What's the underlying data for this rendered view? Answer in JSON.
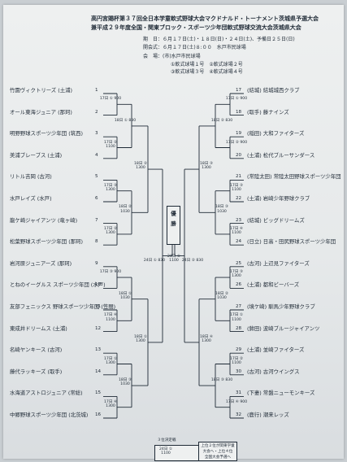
{
  "header": {
    "title_lines": [
      "高円宮賜杯第３７回全日本学童軟式野球大会マクドナルド・トーナメント茨城県予選大会",
      "兼平成２９年度全国・関東ブロック・スポーツ少年団軟式野球交流大会茨城県大会"
    ],
    "date_label": "期　日：６月１７日(土)・１８日(日)・２４日(土)、予備日２５日(日)",
    "meeting_label": "開会式：６月１７日(土)８:００　水戸市民球場",
    "venue_label": "会　場：(市)水戸市民球場",
    "venue_sub1": "①軟式球場１号　②軟式球場２号",
    "venue_sub2": "③軟式球場３号　④軟式球場４号"
  },
  "left_teams": [
    {
      "num": "1",
      "name": "竹園ヴィクトリーズ (土浦)"
    },
    {
      "num": "2",
      "name": "オール東海ジュニア (那珂)"
    },
    {
      "num": "3",
      "name": "明野野球スポーツ少年団 (筑西)"
    },
    {
      "num": "4",
      "name": "美浦ブレーブス (土浦)"
    },
    {
      "num": "5",
      "name": "リトル吉岡 (古河)"
    },
    {
      "num": "6",
      "name": "水戸レイズ (水戸)"
    },
    {
      "num": "7",
      "name": "龍ケ崎ジャイアンツ (竜ヶ崎)"
    },
    {
      "num": "8",
      "name": "松葉野球スポーツ少年団 (那珂)"
    },
    {
      "num": "9",
      "name": "岩河原ジュニアーズ (那珂)"
    },
    {
      "num": "10",
      "name": "とねのイーグルス スポーツ少年団 (水戸)"
    },
    {
      "num": "11",
      "name": "友部フェニックス 野球スポーツ少年団 (笠間)"
    },
    {
      "num": "12",
      "name": "東成井ドリームス (土浦)"
    },
    {
      "num": "13",
      "name": "名崎ヤンキース (古河)"
    },
    {
      "num": "14",
      "name": "藤代ラッキーズ (取手)"
    },
    {
      "num": "15",
      "name": "水海道アストロジュニア (常総)"
    },
    {
      "num": "16",
      "name": "中郷野球スポーツ少年団 (北茨城)"
    }
  ],
  "right_teams": [
    {
      "num": "17",
      "name": "(結城) 結城城西クラブ"
    },
    {
      "num": "18",
      "name": "(取手) 藤ナインズ"
    },
    {
      "num": "19",
      "name": "(稲田) 大和ファイターズ"
    },
    {
      "num": "20",
      "name": "(土浦) 松代ブルーサンダース"
    },
    {
      "num": "21",
      "name": "(常陸太田) 常陸太田野球スポーツ少年団"
    },
    {
      "num": "22",
      "name": "(土浦) 岩崎少年野球クラブ"
    },
    {
      "num": "23",
      "name": "(結城) ビッグドリームズ"
    },
    {
      "num": "24",
      "name": "(日立) 日高・田尻野球スポーツ少年団"
    },
    {
      "num": "25",
      "name": "(古河) 上辺見ファイターズ"
    },
    {
      "num": "26",
      "name": "(土浦) 都和ビーバーズ"
    },
    {
      "num": "27",
      "name": "(境ケ崎) 馴馬少年野球クラブ"
    },
    {
      "num": "28",
      "name": "(鉾田) 波崎ブルージャイアンツ"
    },
    {
      "num": "29",
      "name": "(土浦) 並崎ファイターズ"
    },
    {
      "num": "30",
      "name": "(古河) 古河ウイングス"
    },
    {
      "num": "31",
      "name": "(下妻) 常盤ニューモンキーズ"
    },
    {
      "num": "32",
      "name": "(鹿行) 潮来レッズ"
    }
  ],
  "games": {
    "r1": [
      "17日 ① 900",
      "17日 ② 1100",
      "17日 ③ 1300",
      "17日 ② 1300",
      "17日 ③ 900",
      "17日 ④ 1100",
      "17日 ① 1300",
      "17日 ④ 1300",
      "17日 ① 900",
      "17日 ② 900",
      "17日 ③ 1100",
      "17日 ④ 1100",
      "17日 ③ 1300",
      "17日 ① 1100",
      "17日 ② 1100",
      "17日 ④ 900"
    ],
    "r2": [
      "18日 ① 830",
      "18日 ② 1030",
      "18日 ① 1030",
      "18日 ③ 1030",
      "18日 ② 830",
      "18日 ③ 1030",
      "18日 ② 1030",
      "18日 ③ 830"
    ],
    "r3": [
      "18日 ② 1300",
      "18日 ① 1300",
      "18日 ③ 1300",
      "18日 ④ 1300"
    ],
    "sf": [
      "24日 ① 830",
      "24日 ② 830"
    ],
    "final": "24日 ① 1100",
    "final_label": "優勝"
  },
  "bottom": {
    "third_place_label": "３位決定戦",
    "third_place_time": "24日 ① 1100",
    "note_lines": [
      "上位２位が関東学童",
      "大会へ・上位４位",
      "全国大会予選へ"
    ]
  }
}
